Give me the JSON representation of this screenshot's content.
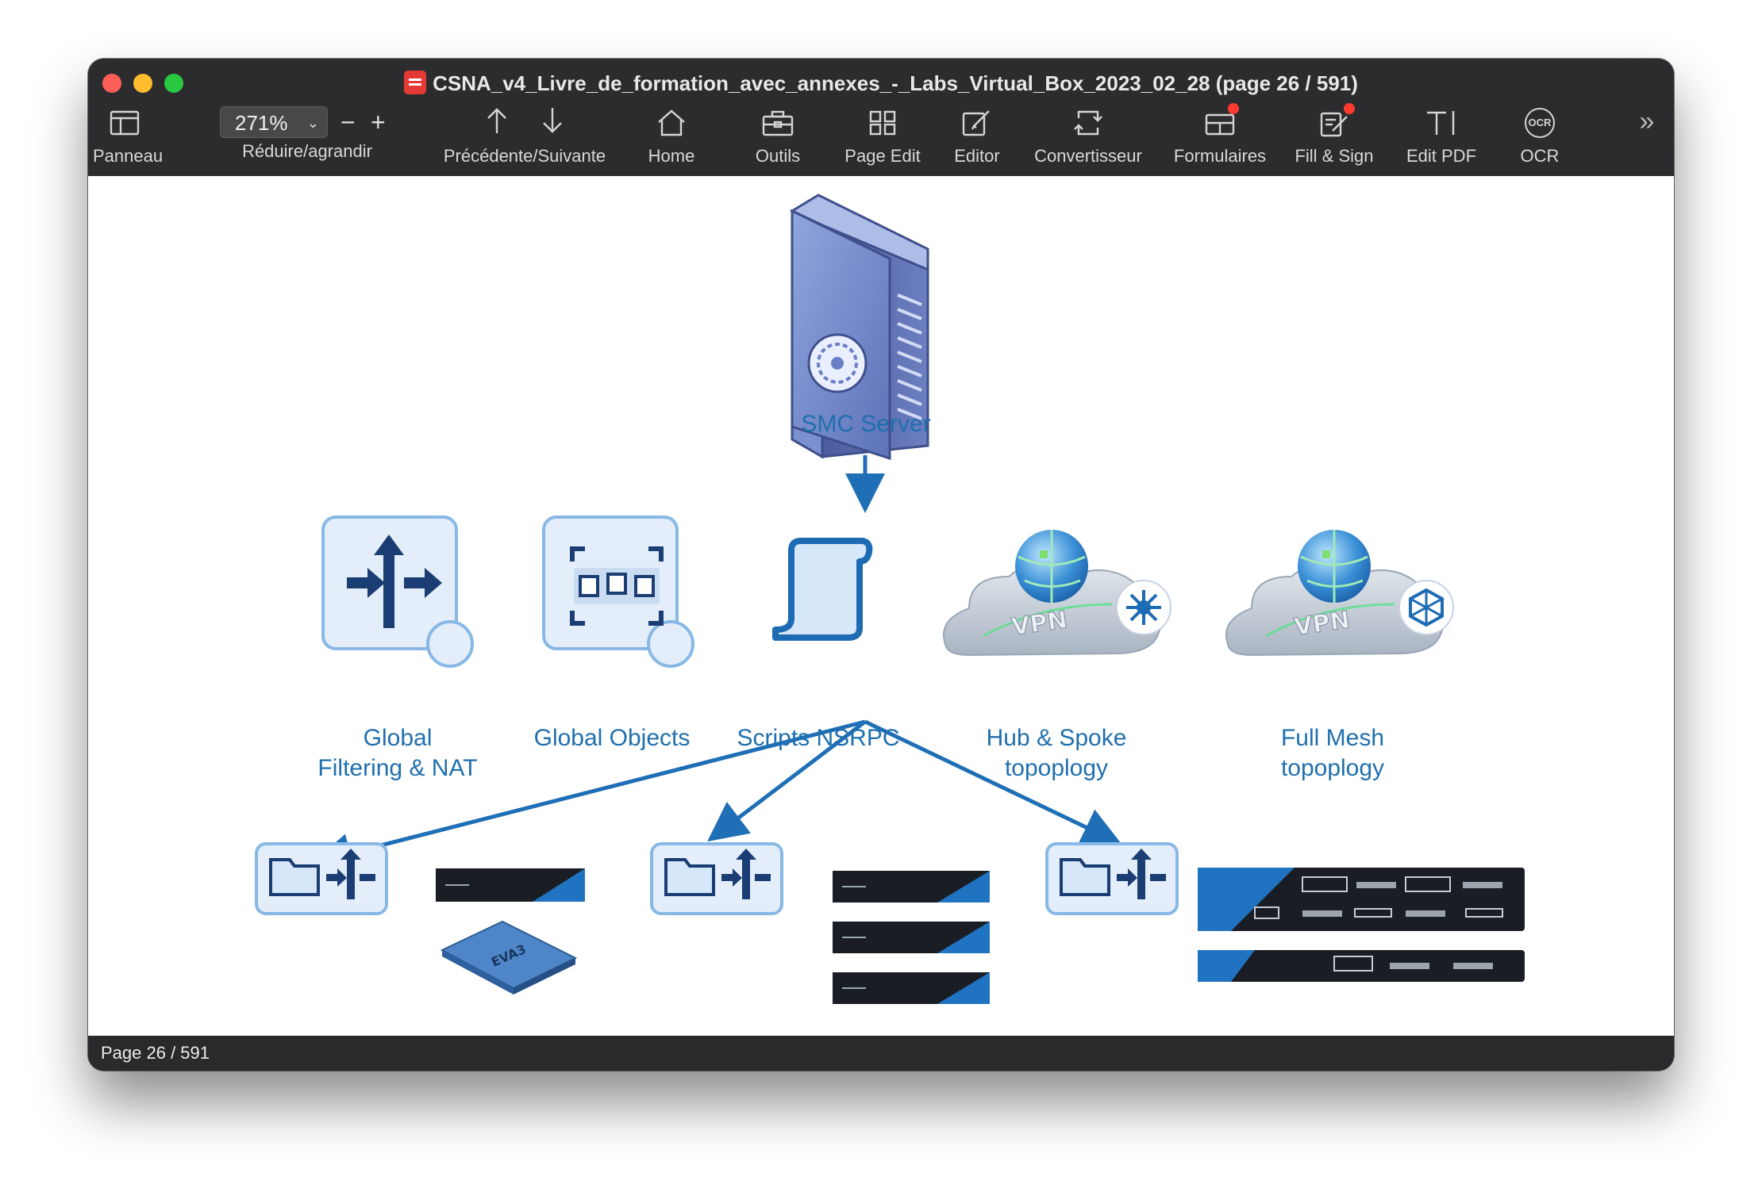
{
  "window": {
    "title": "CSNA_v4_Livre_de_formation_avec_annexes_-_Labs_Virtual_Box_2023_02_28 (page 26 / 591)"
  },
  "toolbar": {
    "panneau": "Panneau",
    "zoom_value": "271%",
    "zoom_label": "Réduire/agrandir",
    "zoom_minus": "−",
    "zoom_plus": "+",
    "prevnext": "Précédente/Suivante",
    "home": "Home",
    "outils": "Outils",
    "page_edit": "Page Edit",
    "editor": "Editor",
    "convertisseur": "Convertisseur",
    "formulaires": "Formulaires",
    "fill_sign": "Fill & Sign",
    "edit_pdf": "Edit PDF",
    "ocr": "OCR",
    "ocr_icon_text": "OCR",
    "more": "»"
  },
  "diagram": {
    "smc_label": "SMC Server",
    "filtering_line1": "Global",
    "filtering_line2": "Filtering & NAT",
    "objects": "Global Objects",
    "scripts": "Scripts NSRPC",
    "hub_line1": "Hub & Spoke",
    "hub_line2": "topoplogy",
    "mesh_line1": "Full Mesh",
    "mesh_line2": "topoplogy",
    "vpn_text": "VPN",
    "eva_text": "EVA3"
  },
  "colors": {
    "accent": "#1f6fae",
    "arrow": "#1e6fb5",
    "icon_dark": "#1a3d73",
    "icon_bg": "#e4eefa",
    "icon_border": "#88b8e6"
  },
  "status": {
    "page": "Page 26 / 591"
  }
}
